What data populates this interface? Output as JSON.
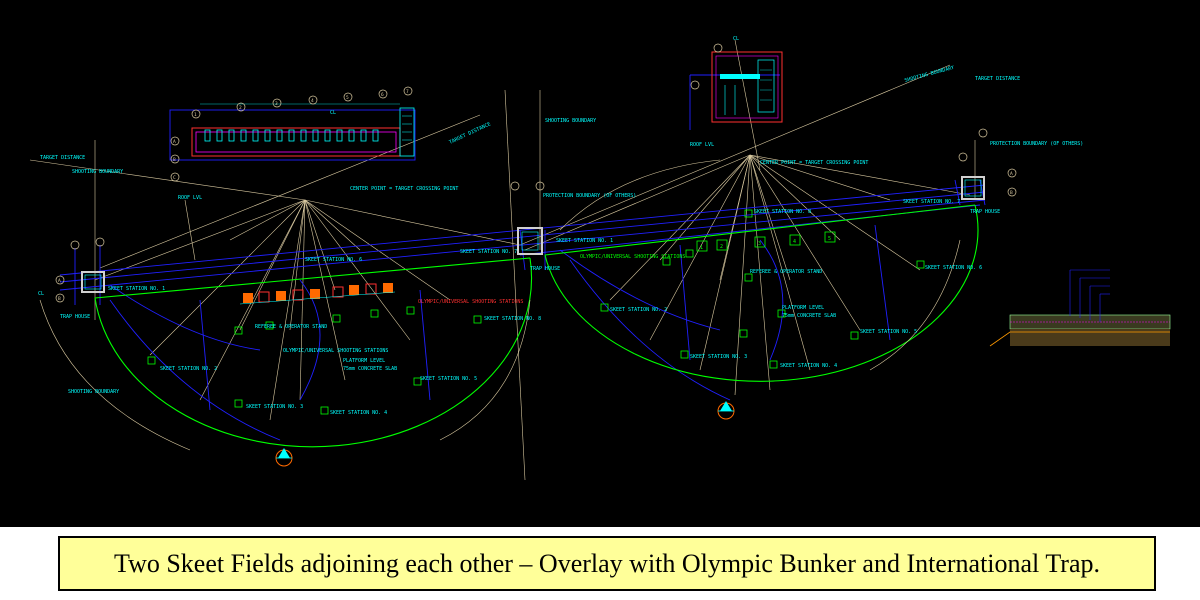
{
  "colors": {
    "background": "#000000",
    "cyan": "#00ffff",
    "blue": "#2020ff",
    "green": "#00ff00",
    "tan": "#d9c9a0",
    "magenta": "#ff00ff",
    "orange": "#ff6a00",
    "red": "#ff3030",
    "caption_bg": "#ffff99"
  },
  "caption": "Two Skeet Fields adjoining each other – Overlay with Olympic Bunker and International Trap.",
  "labels": {
    "skeet_station_1": "SKEET STATION NO. 1",
    "skeet_station_2": "SKEET STATION NO. 2",
    "skeet_station_3": "SKEET STATION NO. 3",
    "skeet_station_4": "SKEET STATION NO. 4",
    "skeet_station_5": "SKEET STATION NO. 5",
    "skeet_station_6": "SKEET STATION NO. 6",
    "skeet_station_7": "SKEET STATION NO. 7",
    "skeet_station_8": "SKEET STATION NO. 8",
    "center_point": "CENTER POINT = TARGET CROSSING POINT",
    "target_distance": "TARGET DISTANCE",
    "protection_boundary": "PROTECTION BOUNDARY (OF OTHERS)",
    "trap_house": "TRAP HOUSE",
    "platform_level": "PLATFORM LEVEL",
    "concrete_slab": "75mm CONCRETE SLAB",
    "shooting_boundary": "SHOOTING BOUNDARY",
    "olympic_trap_stations": "OLYMPIC/UNIVERSAL SHOOTING STATIONS",
    "referee_stand": "REFEREE & OPERATOR STAND",
    "roof_level": "ROOF LVL",
    "cl": "CL"
  },
  "grid_markers": [
    "1",
    "2",
    "3",
    "4",
    "5",
    "6",
    "7",
    "A",
    "B",
    "C"
  ],
  "trap_boxes": [
    "1",
    "2",
    "3",
    "4",
    "5"
  ]
}
